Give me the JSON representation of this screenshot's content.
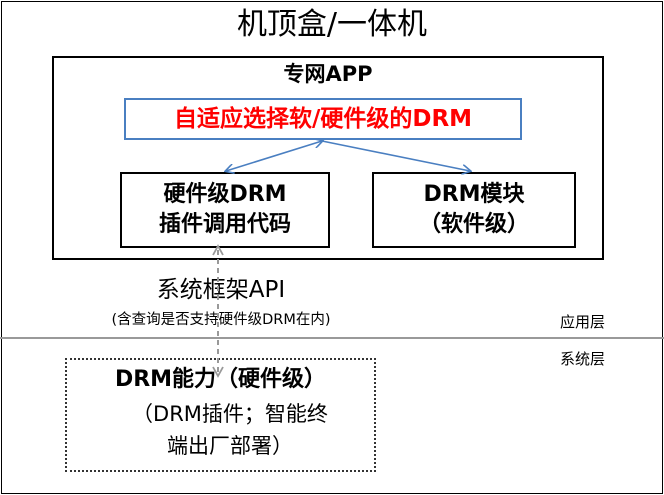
{
  "title": "机顶盒/一体机",
  "app": {
    "title": "专网APP",
    "selector": "自适应选择软/硬件级的DRM",
    "hw_module": {
      "line1": "硬件级DRM",
      "line2": "插件调用代码"
    },
    "sw_module": {
      "line1": "DRM模块",
      "line2": "（软件级）"
    }
  },
  "framework": {
    "api": "系统框架API",
    "note": "(含查询是否支持硬件级DRM在内)"
  },
  "layers": {
    "app": "应用层",
    "system": "系统层"
  },
  "drm_capability": {
    "title": "DRM能力（硬件级）",
    "detail_line1": "（DRM插件；智能终",
    "detail_line2": "端出厂部署）"
  },
  "colors": {
    "selector_text": "#ff0000",
    "selector_border": "#4a7fc1",
    "arrow": "#4a7fc1",
    "divider": "#999999"
  }
}
